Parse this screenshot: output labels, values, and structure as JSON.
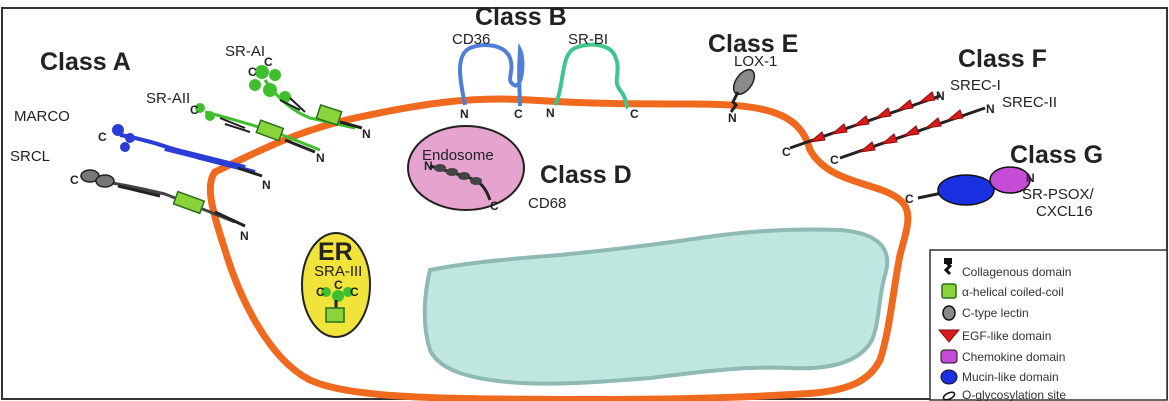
{
  "classes": {
    "a": "Class A",
    "b": "Class B",
    "d": "Class D",
    "e": "Class E",
    "f": "Class F",
    "g": "Class G"
  },
  "receptors": {
    "sr_ai": "SR-AI",
    "sr_aii": "SR-AII",
    "marco": "MARCO",
    "srcl": "SRCL",
    "cd36": "CD36",
    "sr_bi": "SR-BI",
    "lox1": "LOX-1",
    "srec_i": "SREC-I",
    "srec_ii": "SREC-II",
    "sr_psox": "SR-PSOX/",
    "cxcl16": "CXCL16",
    "cd68": "CD68",
    "sra_iii": "SRA-III"
  },
  "organelles": {
    "endosome": "Endosome",
    "er": "ER"
  },
  "termini": {
    "n": "N",
    "c": "C"
  },
  "legend": [
    {
      "icon": "collagenous-icon",
      "label": "Collagenous domain"
    },
    {
      "icon": "coiled-coil-icon",
      "label": "α-helical coiled-coil"
    },
    {
      "icon": "lectin-icon",
      "label": "C-type lectin"
    },
    {
      "icon": "egf-icon",
      "label": "EGF-like domain"
    },
    {
      "icon": "chemokine-icon",
      "label": "Chemokine domain"
    },
    {
      "icon": "mucin-icon",
      "label": "Mucin-like domain"
    },
    {
      "icon": "glycosylation-icon",
      "label": "O-glycosylation site"
    }
  ],
  "colors": {
    "membrane": "#ef6a1f",
    "nucleus": "#bfe6df",
    "nucleus_edge": "#8fbab4",
    "endosome": "#e5a3cf",
    "er": "#f0e33a",
    "sr_a": "#3fbf2e",
    "marco": "#2a3dd6",
    "srcl": "#444444",
    "cd36": "#4f7fd6",
    "sr_bi": "#3fc58f",
    "egf": "#d81c1c",
    "chemokine": "#c64bd6",
    "mucin": "#1a2fe0",
    "lectin": "#8a8a8a"
  }
}
